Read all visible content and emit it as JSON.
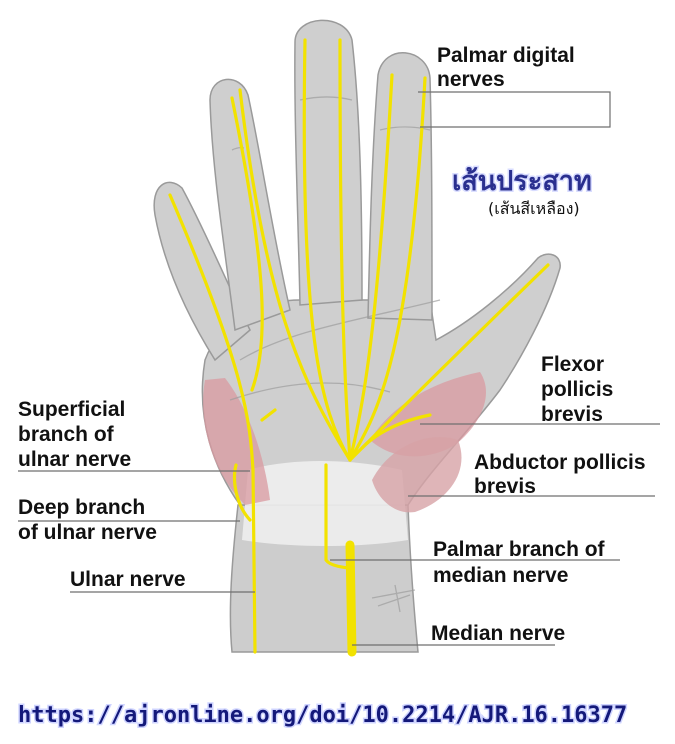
{
  "labels": {
    "palmar_digital": [
      "Palmar digital",
      "nerves"
    ],
    "flexor": [
      "Flexor",
      "pollicis",
      "brevis"
    ],
    "abductor": [
      "Abductor pollicis",
      "brevis"
    ],
    "palmar_branch": [
      "Palmar branch of",
      "median nerve"
    ],
    "median": "Median nerve",
    "superficial": [
      "Superficial",
      "branch of",
      "ulnar nerve"
    ],
    "deep": [
      "Deep branch",
      "of ulnar nerve"
    ],
    "ulnar": "Ulnar nerve"
  },
  "thai_title": "เส้นประสาท",
  "thai_subtitle": "(เส้นสีเหลือง)",
  "source_url": "https://ajronline.org/doi/10.2214/AJR.16.16377",
  "colors": {
    "nerve": "#f2e200",
    "skin": "#cfcfcf",
    "muscle": "#d99aa0",
    "title": "#2a2f8f"
  }
}
